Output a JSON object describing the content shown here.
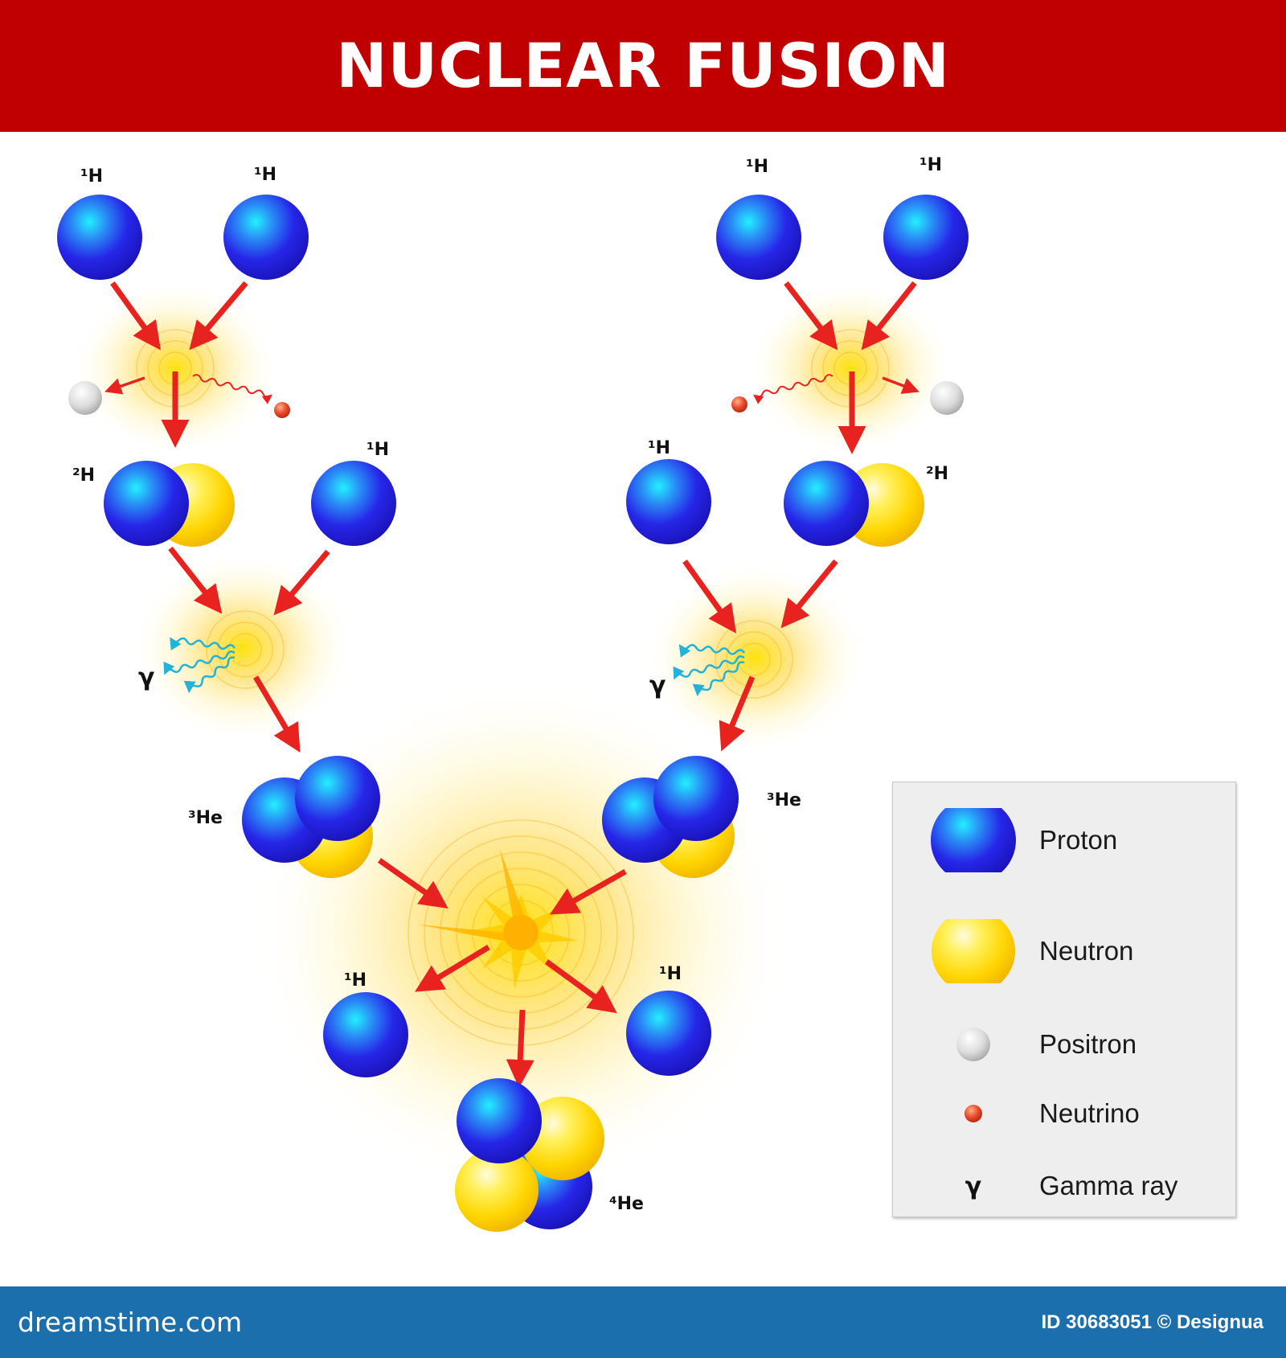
{
  "header": {
    "title": "NUCLEAR FUSION",
    "background": "#c00000"
  },
  "diagram": {
    "particle_labels": {
      "top_left_h1_a": "¹H",
      "top_left_h1_b": "¹H",
      "top_right_h1_a": "¹H",
      "top_right_h1_b": "¹H",
      "left_deuterium": "²H",
      "left_proton": "¹H",
      "right_proton": "¹H",
      "right_deuterium": "²H",
      "left_gamma": "γ",
      "right_gamma": "γ",
      "left_helium3": "³He",
      "right_helium3": "³He",
      "bottom_h1_left": "¹H",
      "bottom_h1_right": "¹H",
      "helium4": "⁴He"
    },
    "colors": {
      "proton": "#2a2ae6",
      "neutron": "#ffd800",
      "positron": "#d8d8d8",
      "neutrino": "#e0462a",
      "arrow": "#e8231f",
      "gamma": "#23b3d8",
      "glow": "#ffd84a"
    }
  },
  "legend": {
    "items": [
      {
        "icon": "proton-icon",
        "label": "Proton"
      },
      {
        "icon": "neutron-icon",
        "label": "Neutron"
      },
      {
        "icon": "positron-icon",
        "label": "Positron"
      },
      {
        "icon": "neutrino-icon",
        "label": "Neutrino"
      },
      {
        "icon": "gamma-ray-icon",
        "symbol": "γ",
        "label": "Gamma ray"
      }
    ]
  },
  "footer": {
    "site": "dreamstime.com",
    "image_id": "ID 30683051 © Designua",
    "background": "#1b6fad"
  }
}
